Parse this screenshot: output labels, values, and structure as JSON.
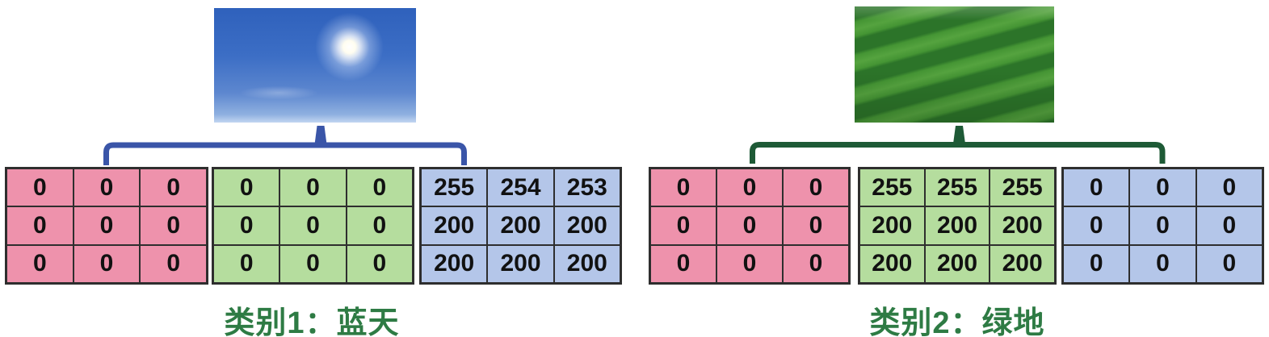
{
  "diagram": {
    "background": "#ffffff",
    "grid_line_color": "#2e2e2e",
    "number_color": "#111111",
    "label_color": "#2e7b44"
  },
  "groups": [
    {
      "name": "blue-sky",
      "label": "类别1：蓝天",
      "bracket_color": "#3a55a8",
      "matrices": [
        {
          "channel": "red",
          "color": "#ee92ac",
          "rows": [
            [
              "0",
              "0",
              "0"
            ],
            [
              "0",
              "0",
              "0"
            ],
            [
              "0",
              "0",
              "0"
            ]
          ]
        },
        {
          "channel": "green",
          "color": "#b5dd9e",
          "rows": [
            [
              "0",
              "0",
              "0"
            ],
            [
              "0",
              "0",
              "0"
            ],
            [
              "0",
              "0",
              "0"
            ]
          ]
        },
        {
          "channel": "blue",
          "color": "#b4c6e9",
          "rows": [
            [
              "255",
              "254",
              "253"
            ],
            [
              "200",
              "200",
              "200"
            ],
            [
              "200",
              "200",
              "200"
            ]
          ]
        }
      ]
    },
    {
      "name": "green-field",
      "label": "类别2：绿地",
      "bracket_color": "#1e5a36",
      "matrices": [
        {
          "channel": "red",
          "color": "#ee92ac",
          "rows": [
            [
              "0",
              "0",
              "0"
            ],
            [
              "0",
              "0",
              "0"
            ],
            [
              "0",
              "0",
              "0"
            ]
          ]
        },
        {
          "channel": "green",
          "color": "#b5dd9e",
          "rows": [
            [
              "255",
              "255",
              "255"
            ],
            [
              "200",
              "200",
              "200"
            ],
            [
              "200",
              "200",
              "200"
            ]
          ]
        },
        {
          "channel": "blue",
          "color": "#b4c6e9",
          "rows": [
            [
              "0",
              "0",
              "0"
            ],
            [
              "0",
              "0",
              "0"
            ],
            [
              "0",
              "0",
              "0"
            ]
          ]
        }
      ]
    }
  ]
}
